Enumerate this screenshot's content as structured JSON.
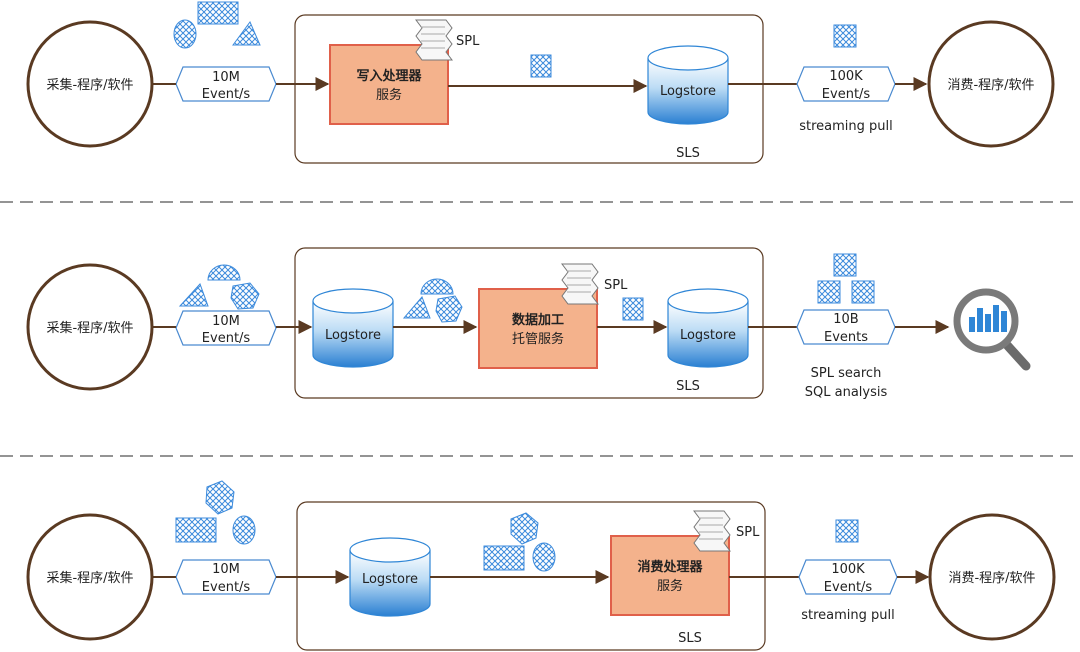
{
  "rows": [
    {
      "source": "采集-程序/软件",
      "rate_line1": "10M",
      "rate_line2": "Event/s",
      "processor_line1": "写入处理器",
      "processor_line2": "服务",
      "spl": "SPL",
      "store": "Logstore",
      "sls": "SLS",
      "out_line1": "100K",
      "out_line2": "Event/s",
      "out_note": "streaming pull",
      "sink": "消费-程序/软件"
    },
    {
      "source": "采集-程序/软件",
      "rate_line1": "10M",
      "rate_line2": "Event/s",
      "store_in": "Logstore",
      "processor_line1": "数据加工",
      "processor_line2": "托管服务",
      "spl": "SPL",
      "store_out": "Logstore",
      "sls": "SLS",
      "out_line1": "10B",
      "out_line2": "Events",
      "out_note1": "SPL search",
      "out_note2": "SQL analysis",
      "sink_icon": "magnifier-chart-icon"
    },
    {
      "source": "采集-程序/软件",
      "rate_line1": "10M",
      "rate_line2": "Event/s",
      "store": "Logstore",
      "processor_line1": "消费处理器",
      "processor_line2": "服务",
      "spl": "SPL",
      "sls": "SLS",
      "out_line1": "100K",
      "out_line2": "Event/s",
      "out_note": "streaming pull",
      "sink": "消费-程序/软件"
    }
  ],
  "colors": {
    "arrow": "#5a3a22",
    "circle": "#5a3a22",
    "processor_fill": "#f4b28c",
    "processor_stroke": "#e0604a",
    "pill_stroke": "#4a8ad0",
    "data_shape": "#3d8bdc",
    "store_dark": "#2f86d6",
    "divider": "#555555"
  }
}
